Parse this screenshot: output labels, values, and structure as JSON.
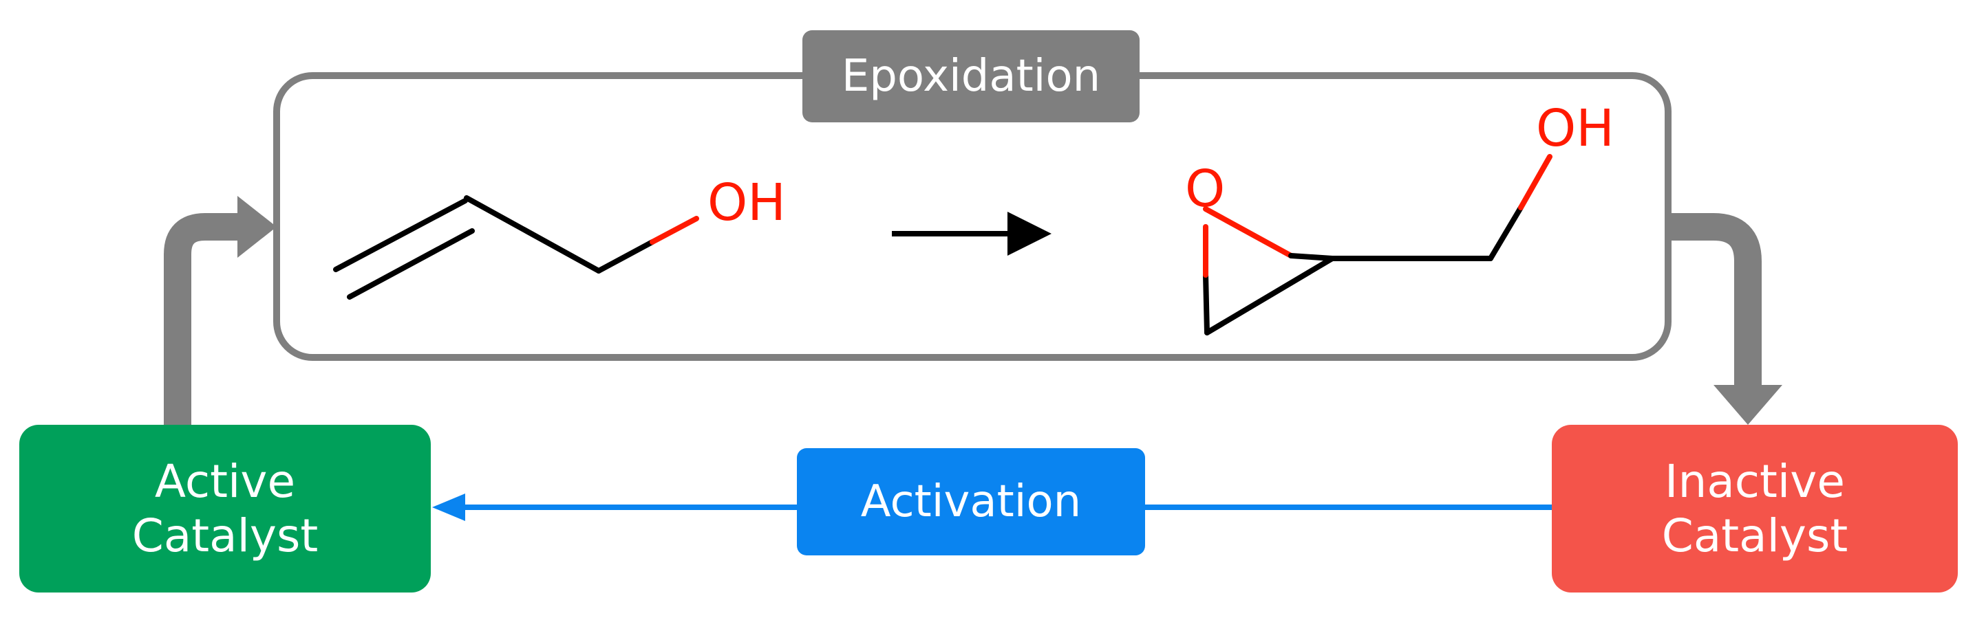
{
  "reaction": {
    "title": "Epoxidation",
    "reactant_oh": "OH",
    "product_o": "O",
    "product_oh": "OH"
  },
  "nodes": {
    "active": {
      "line1": "Active",
      "line2": "Catalyst"
    },
    "inactive": {
      "line1": "Inactive",
      "line2": "Catalyst"
    },
    "activation": "Activation"
  },
  "colors": {
    "active_green": "#00a05a",
    "inactive_red": "#f4544a",
    "activation_blue": "#0a84f0",
    "frame_gray": "#7f7f7f",
    "heteroatom_red": "#ff1a00",
    "bond_black": "#000000"
  }
}
